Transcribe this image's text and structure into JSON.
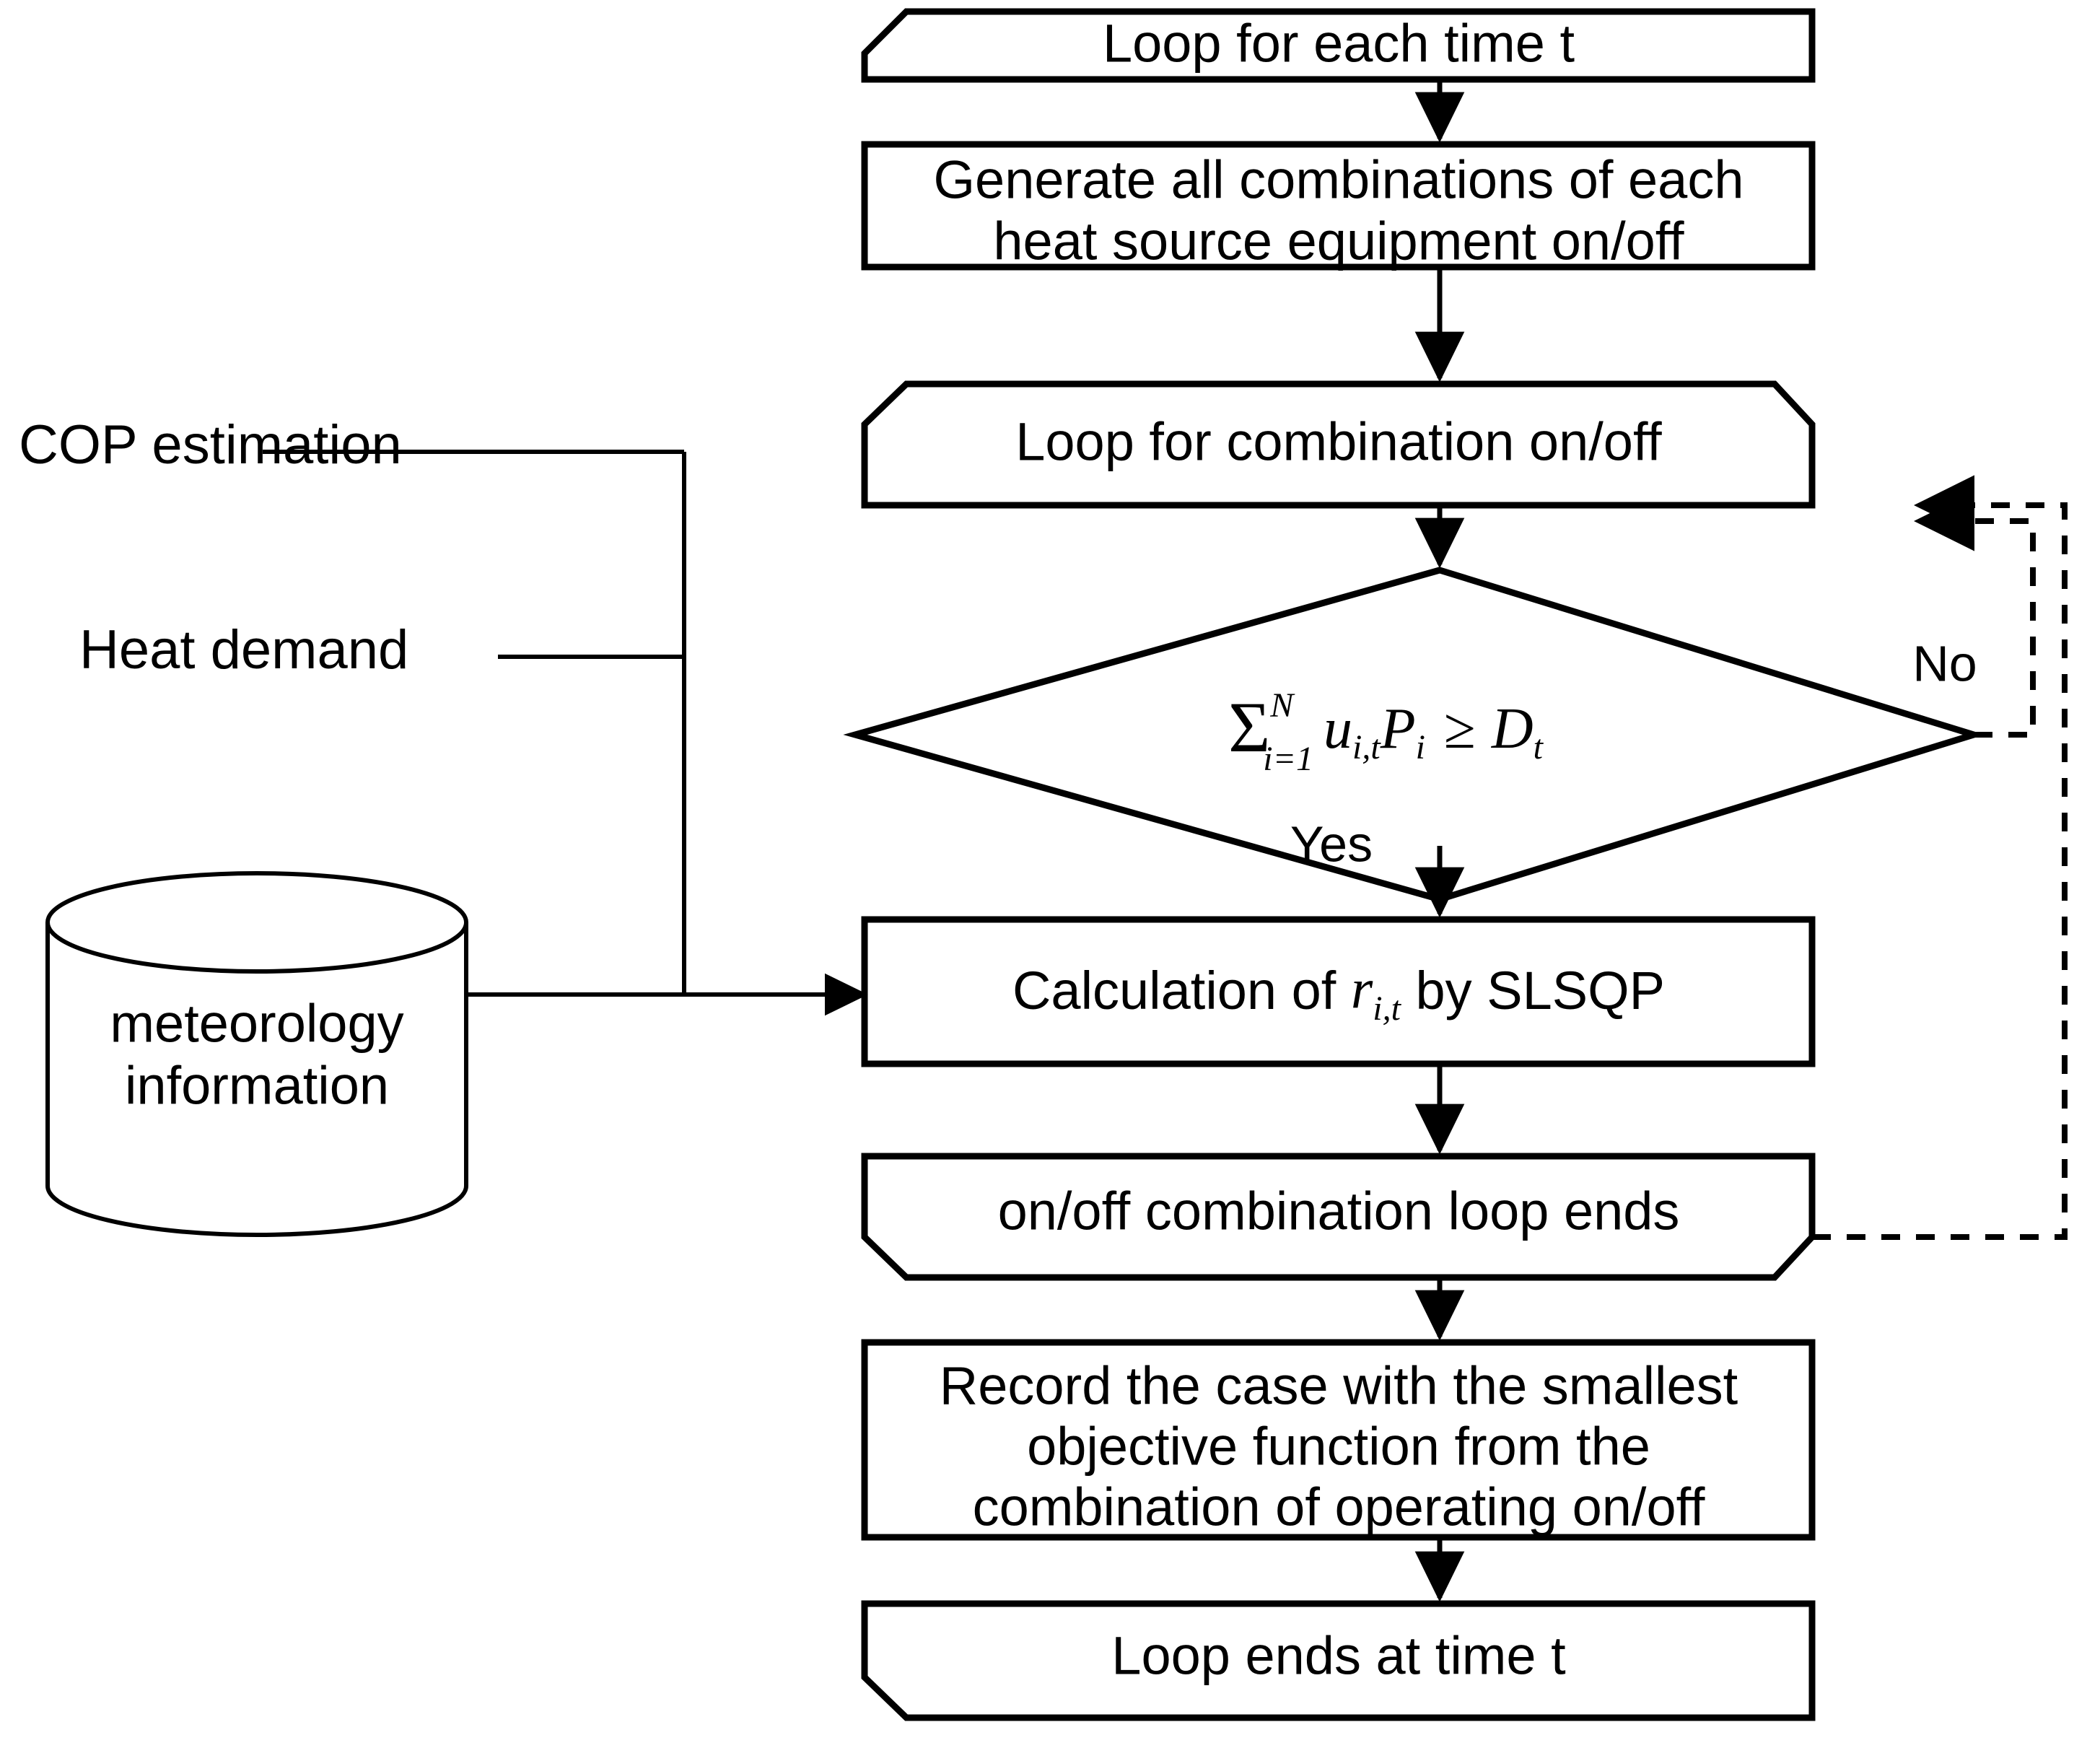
{
  "diagram": {
    "title": "Heat source equipment operation optimization flowchart",
    "type": "flowchart",
    "stroke_color": "#000000",
    "fill_color": "#ffffff",
    "nodes": [
      {
        "id": "loop_time_start",
        "shape": "loop-start",
        "label": "Loop for each time t"
      },
      {
        "id": "generate_combinations",
        "shape": "process",
        "label_line1": "Generate all combinations of each",
        "label_line2": "heat source equipment on/off"
      },
      {
        "id": "loop_combo_start",
        "shape": "loop-start",
        "label": "Loop for combination on/off"
      },
      {
        "id": "decision",
        "shape": "decision",
        "formula_plain": "sum_{i=1}^{N} u_{i,t} P_i >= D_t",
        "sigma": "Σ",
        "sigma_sup": "N",
        "sigma_sub": "i=1",
        "term1_base": "u",
        "term1_sub": "i,t",
        "term2_base": "P",
        "term2_sub": "i",
        "operator": "≥",
        "term3_base": "D",
        "term3_sub": "t"
      },
      {
        "id": "slsqp",
        "shape": "process",
        "label_prefix": "Calculation of ",
        "label_var": "r",
        "label_var_sub": "i,t",
        "label_suffix": " by SLSQP"
      },
      {
        "id": "loop_combo_end",
        "shape": "loop-end",
        "label": "on/off combination loop ends"
      },
      {
        "id": "record",
        "shape": "process",
        "label_line1": "Record the case with the smallest",
        "label_line2": "objective function from the",
        "label_line3": "combination of operating on/off"
      },
      {
        "id": "loop_time_end",
        "shape": "loop-end",
        "label": "Loop ends at time t"
      },
      {
        "id": "db_meteorology",
        "shape": "database",
        "label_line1": "meteorology",
        "label_line2": "information"
      }
    ],
    "side_labels": [
      {
        "id": "cop",
        "label": "COP estimation"
      },
      {
        "id": "heat_demand",
        "label": "Heat demand"
      }
    ],
    "edge_labels": [
      {
        "id": "branch_yes",
        "label": "Yes"
      },
      {
        "id": "branch_no",
        "label": "No"
      }
    ]
  }
}
